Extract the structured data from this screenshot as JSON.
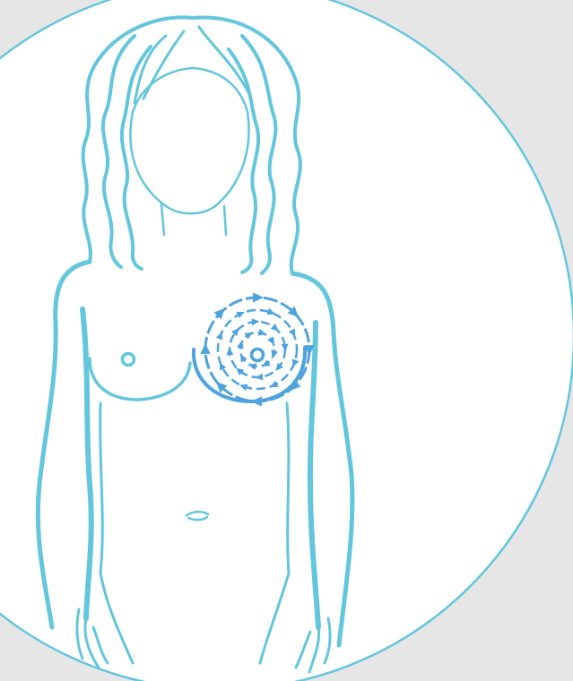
{
  "colors": {
    "background": "#e6e6e6",
    "circle_fill": "#ffffff",
    "outline": "#63c6dc",
    "spiral": "#4ea3dd"
  },
  "illustration": {
    "subject": "breast-self-exam-figure",
    "technique": "circular-spiral-pattern",
    "rings": 4,
    "direction": "clockwise"
  }
}
